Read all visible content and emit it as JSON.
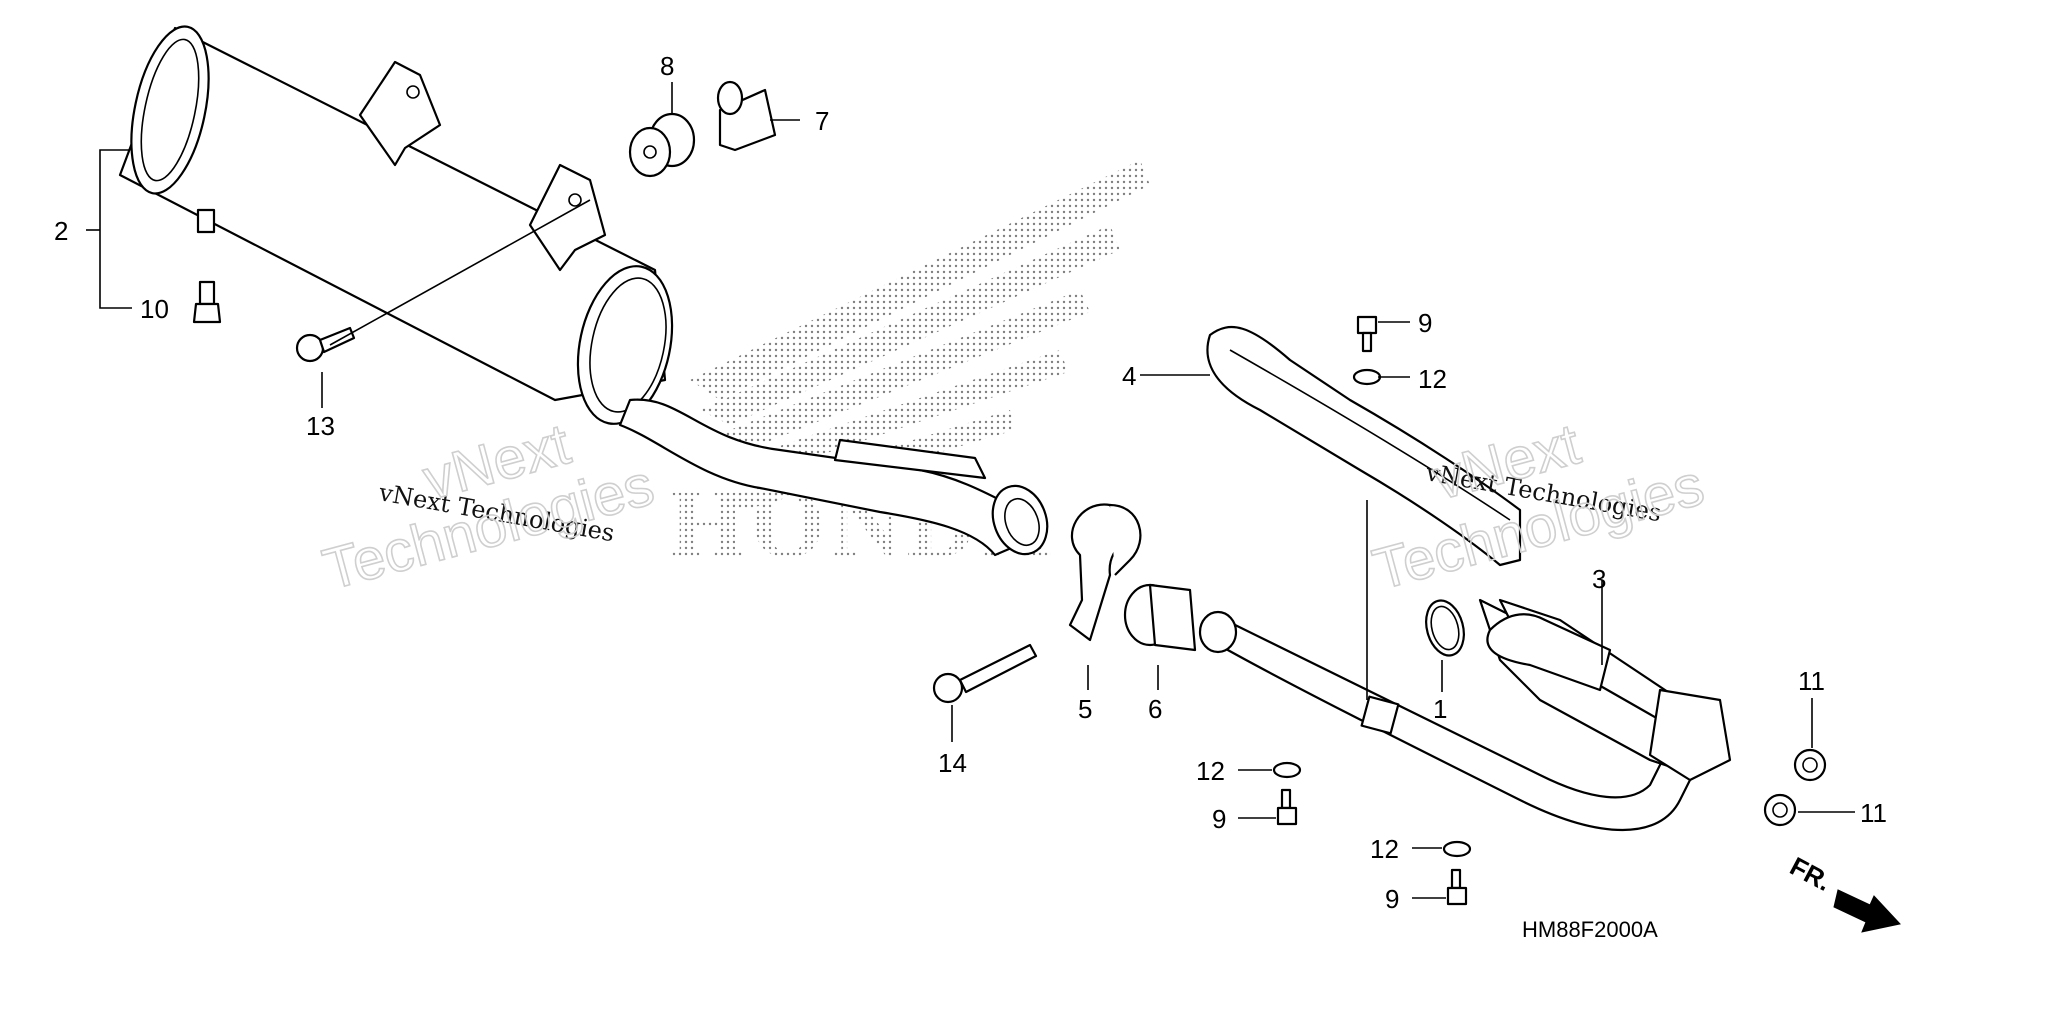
{
  "diagram_code": "HM88F2000A",
  "direction_label": "FR.",
  "brand_watermark": "HONDA",
  "watermark": {
    "small": "vNext Technologies",
    "big_line1": "vNext",
    "big_line2": "Technologies"
  },
  "callouts": [
    {
      "id": "p1",
      "label": "1"
    },
    {
      "id": "p2",
      "label": "2"
    },
    {
      "id": "p3",
      "label": "3"
    },
    {
      "id": "p4",
      "label": "4"
    },
    {
      "id": "p5",
      "label": "5"
    },
    {
      "id": "p6",
      "label": "6"
    },
    {
      "id": "p7",
      "label": "7"
    },
    {
      "id": "p8",
      "label": "8"
    },
    {
      "id": "p9a",
      "label": "9"
    },
    {
      "id": "p9b",
      "label": "9"
    },
    {
      "id": "p9c",
      "label": "9"
    },
    {
      "id": "p10",
      "label": "10"
    },
    {
      "id": "p11a",
      "label": "11"
    },
    {
      "id": "p11b",
      "label": "11"
    },
    {
      "id": "p12a",
      "label": "12"
    },
    {
      "id": "p12b",
      "label": "12"
    },
    {
      "id": "p12c",
      "label": "12"
    },
    {
      "id": "p13",
      "label": "13"
    },
    {
      "id": "p14",
      "label": "14"
    }
  ]
}
